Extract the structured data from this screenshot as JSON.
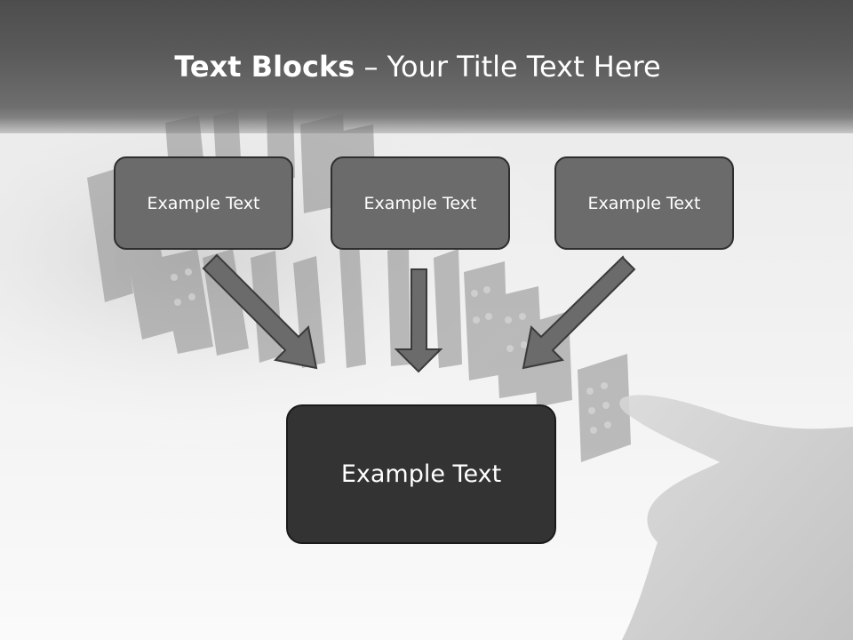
{
  "slide": {
    "title_bold": "Text Blocks",
    "title_rest": " – Your Title Text Here"
  },
  "blocks": [
    {
      "label": "Example Text"
    },
    {
      "label": "Example Text"
    },
    {
      "label": "Example Text"
    }
  ],
  "main_block": {
    "label": "Example Text"
  },
  "colors": {
    "title_bar": "#5a5a5a",
    "block_fill": "#6b6b6b",
    "main_fill": "#333333",
    "arrow_fill": "#6b6b6b",
    "arrow_outline": "#3a3a3a"
  },
  "background": {
    "icon": "dominoes-photo"
  }
}
